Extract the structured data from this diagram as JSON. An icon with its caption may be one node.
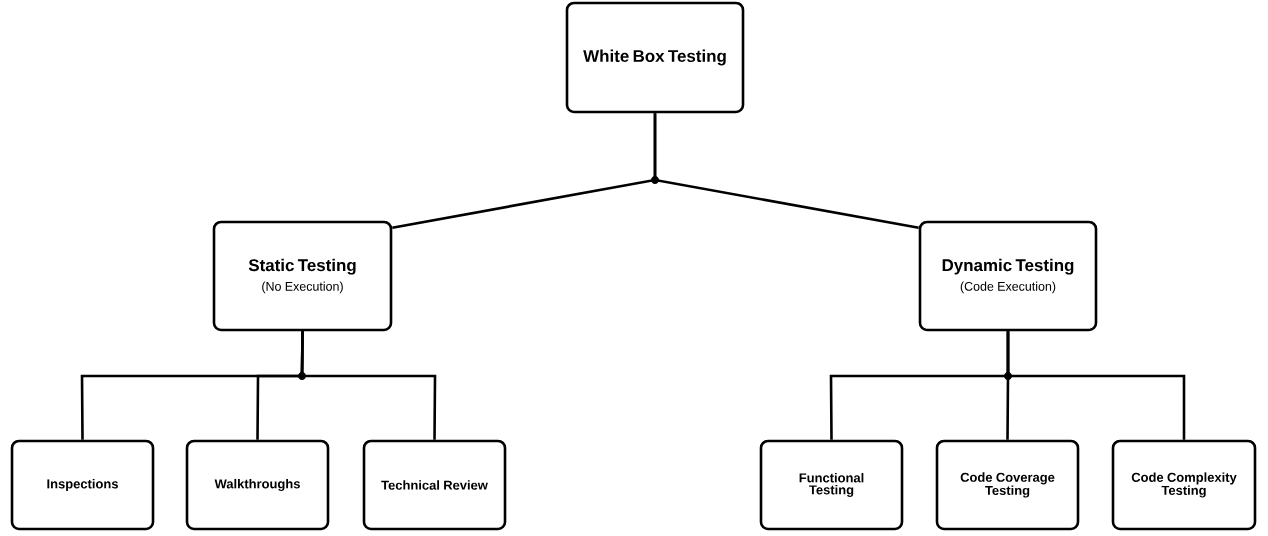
{
  "diagram": {
    "nodes": [
      {
        "text": [
          "White Box Testing"
        ]
      },
      {
        "text": [
          "Static Testing",
          "(No Execution)"
        ]
      },
      {
        "text": [
          "Dynamic Testing",
          "(Code Execution)"
        ]
      },
      {
        "text": [
          "Inspections"
        ]
      },
      {
        "text": [
          "Walkthroughs"
        ]
      },
      {
        "text": [
          "Technical Review"
        ]
      },
      {
        "text": [
          "Functional Testing"
        ]
      },
      {
        "text": [
          "Code Coverage Testing"
        ]
      },
      {
        "text": [
          "Code Complexity Testing"
        ]
      }
    ],
    "edges": [
      {
        "from": 0,
        "to": 1,
        "arrow": "none"
      },
      {
        "from": 0,
        "to": 2,
        "arrow": "none"
      },
      {
        "from": 1,
        "to": 3,
        "arrow": "none"
      },
      {
        "from": 1,
        "to": 4,
        "arrow": "none"
      },
      {
        "from": 1,
        "to": 5,
        "arrow": "none"
      },
      {
        "from": 2,
        "to": 6,
        "arrow": "none"
      },
      {
        "from": 2,
        "to": 7,
        "arrow": "none"
      },
      {
        "from": 2,
        "to": 8,
        "arrow": "none"
      }
    ]
  }
}
